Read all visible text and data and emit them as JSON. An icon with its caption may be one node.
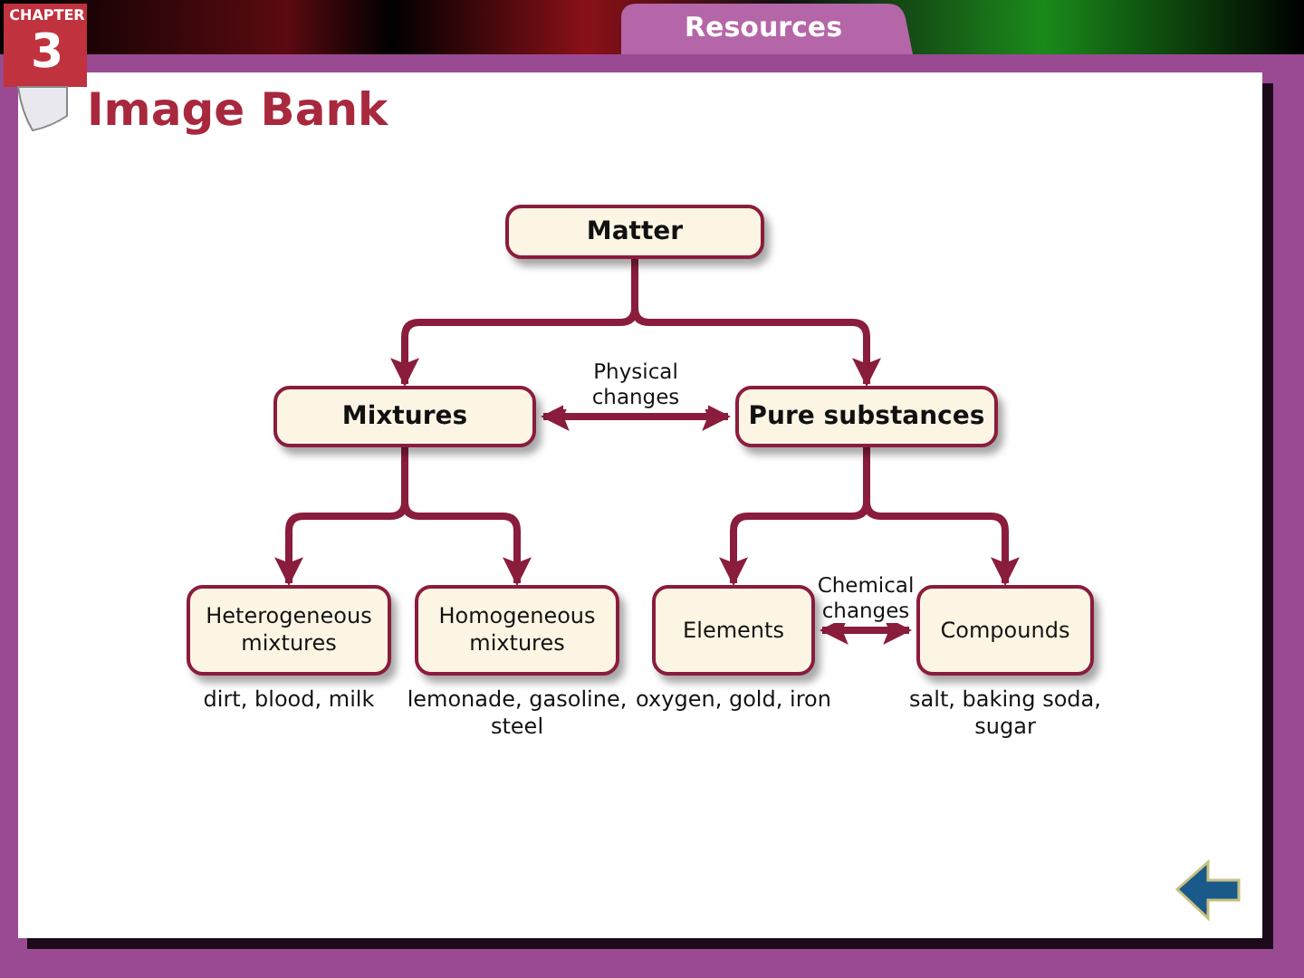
{
  "diagram": {
    "title": "Image Bank",
    "nodes": [
      {
        "text": [
          "Matter"
        ]
      },
      {
        "text": [
          "Mixtures"
        ]
      },
      {
        "text": [
          "Pure substances"
        ]
      },
      {
        "text": [
          "Heterogeneous mixtures"
        ],
        "beside": [
          "dirt, blood, milk"
        ]
      },
      {
        "text": [
          "Homogeneous mixtures"
        ],
        "beside": [
          "lemonade, gasoline, steel"
        ]
      },
      {
        "text": [
          "Elements"
        ],
        "beside": [
          "oxygen, gold, iron"
        ]
      },
      {
        "text": [
          "Compounds"
        ],
        "beside": [
          "salt, baking soda, sugar"
        ]
      }
    ],
    "edges": [
      {
        "from": 0,
        "to": 1,
        "arrow": "to"
      },
      {
        "from": 0,
        "to": 2,
        "arrow": "to"
      },
      {
        "from": 1,
        "to": 2,
        "arrow": "both",
        "label": "Physical changes"
      },
      {
        "from": 1,
        "to": 3,
        "arrow": "to"
      },
      {
        "from": 1,
        "to": 4,
        "arrow": "to"
      },
      {
        "from": 2,
        "to": 5,
        "arrow": "to"
      },
      {
        "from": 2,
        "to": 6,
        "arrow": "to"
      },
      {
        "from": 5,
        "to": 6,
        "arrow": "both",
        "label": "Chemical changes"
      }
    ],
    "labels": [
      "CHAPTER",
      "3",
      "Resources"
    ]
  }
}
